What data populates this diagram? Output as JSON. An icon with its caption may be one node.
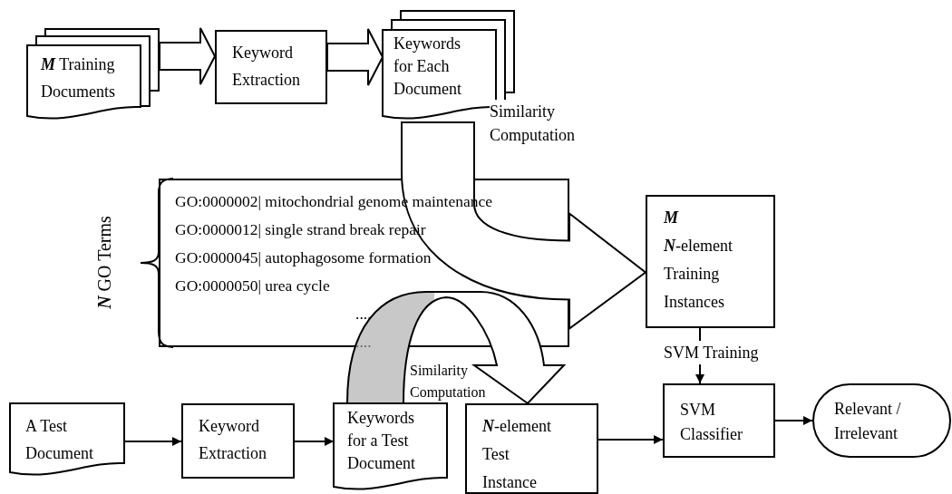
{
  "diagram": {
    "nodes": [
      {
        "text": [
          "**M** Training Documents"
        ]
      },
      {
        "text": [
          "Keyword Extraction"
        ]
      },
      {
        "text": [
          "Keywords for Each Document"
        ]
      },
      {
        "text": [
          "GO:0000002| mitochondrial genome maintenance",
          "GO:0000012| single strand break repair",
          "GO:0000045| autophagosome formation",
          "GO:0000050| urea cycle",
          "....",
          "...."
        ],
        "beside": [
          "**N** GO Terms"
        ]
      },
      {
        "text": [
          "M",
          "**N**-element Training Instances"
        ]
      },
      {
        "text": [
          "SVM Classifier"
        ]
      },
      {
        "text": [
          "Relevant / Irrelevant"
        ]
      },
      {
        "text": [
          "A Test Document"
        ]
      },
      {
        "text": [
          "Keyword Extraction"
        ]
      },
      {
        "text": [
          "Keywords for a Test Document"
        ]
      },
      {
        "text": [
          "**N**-element Test Instance"
        ]
      }
    ],
    "edges": [
      {
        "from": 0,
        "to": 1,
        "arrow": "to",
        "style": "thick"
      },
      {
        "from": 1,
        "to": 2,
        "arrow": "to",
        "style": "thick"
      },
      {
        "from": 2,
        "to": 4,
        "arrow": "to",
        "style": "thick",
        "label": "Similarity Computation"
      },
      {
        "from": 3,
        "to": 4,
        "arrow": "to",
        "style": "thick"
      },
      {
        "from": 4,
        "to": 5,
        "arrow": "to",
        "label": "SVM Training"
      },
      {
        "from": 5,
        "to": 6,
        "arrow": "to"
      },
      {
        "from": 7,
        "to": 8,
        "arrow": "to"
      },
      {
        "from": 8,
        "to": 9,
        "arrow": "to"
      },
      {
        "from": 9,
        "to": 10,
        "arrow": "to",
        "style": "thick",
        "label": "Similarity Computation"
      },
      {
        "from": 3,
        "to": 10,
        "arrow": "to",
        "style": "thick"
      },
      {
        "from": 10,
        "to": 5,
        "arrow": "to"
      }
    ]
  }
}
